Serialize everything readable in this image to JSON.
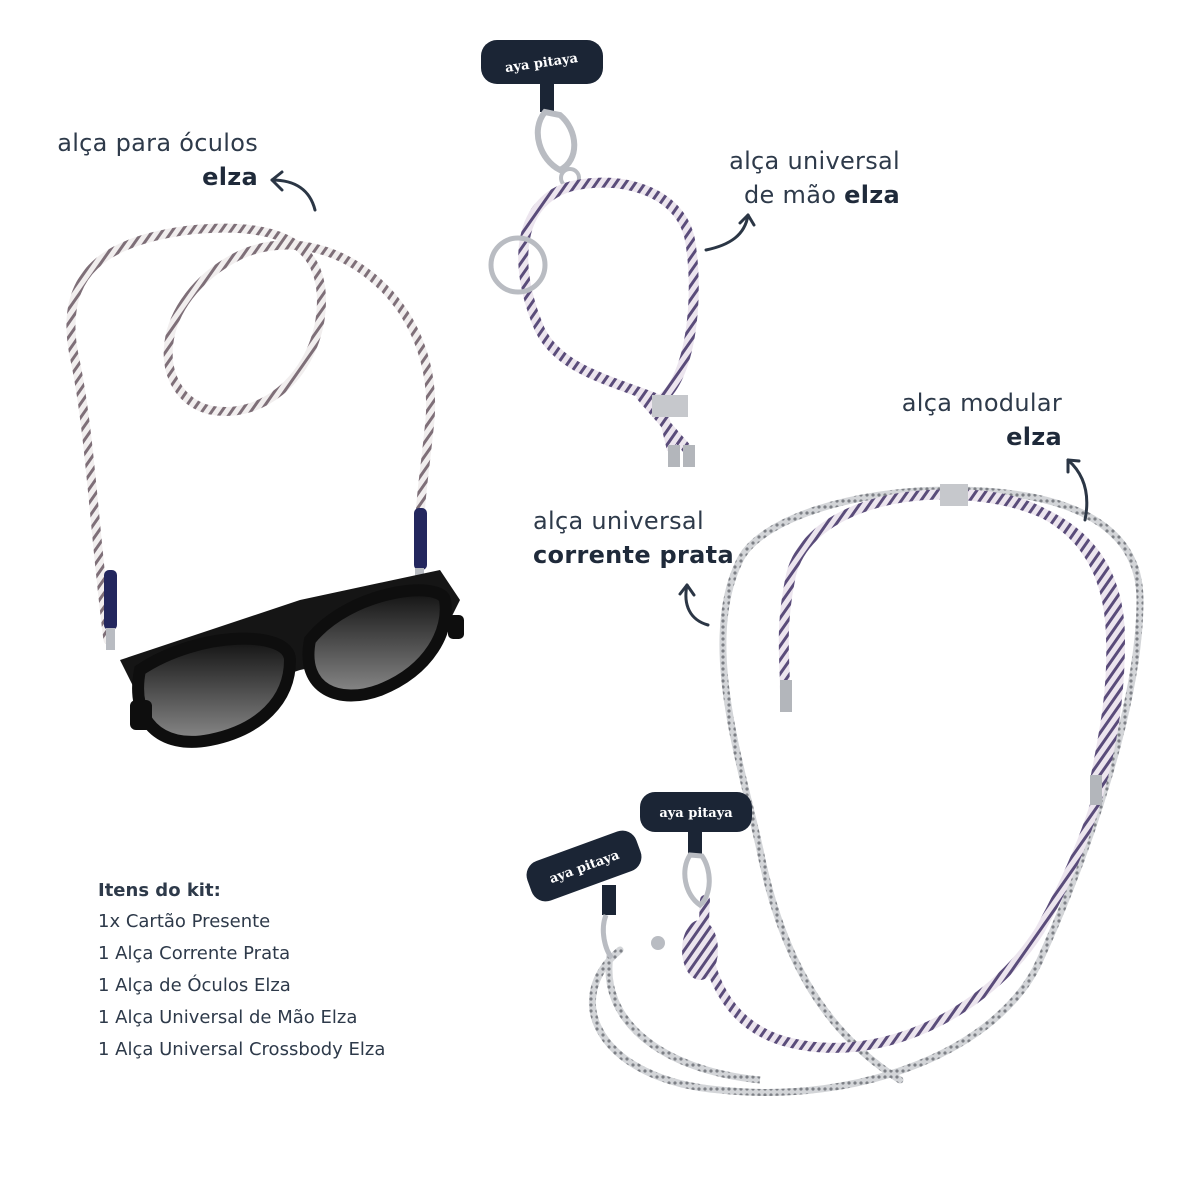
{
  "captions": {
    "oculos": {
      "line1": "alça para óculos",
      "bold": "elza"
    },
    "mao": {
      "line1": "alça universal",
      "line2_prefix": "de mão ",
      "bold": "elza"
    },
    "modular": {
      "line1": "alça modular",
      "bold": "elza"
    },
    "corrente": {
      "line1": "alça universal",
      "bold": "corrente prata"
    }
  },
  "brand_tag": "aya pitaya",
  "kit": {
    "title": "Itens do kit:",
    "items": [
      "1x Cartão Presente",
      "1 Alça Corrente Prata",
      "1 Alça de Óculos Elza",
      "1 Alça Universal de Mão Elza",
      "1 Alça Universal Crossbody Elza"
    ]
  },
  "colors": {
    "text": "#2e3a4a",
    "tag": "#1b2535",
    "cord_light": "#e7dfe8",
    "cord_dark": "#4a3f66",
    "metal": "#b9bcc2",
    "navy_sleeve": "#23275e"
  }
}
